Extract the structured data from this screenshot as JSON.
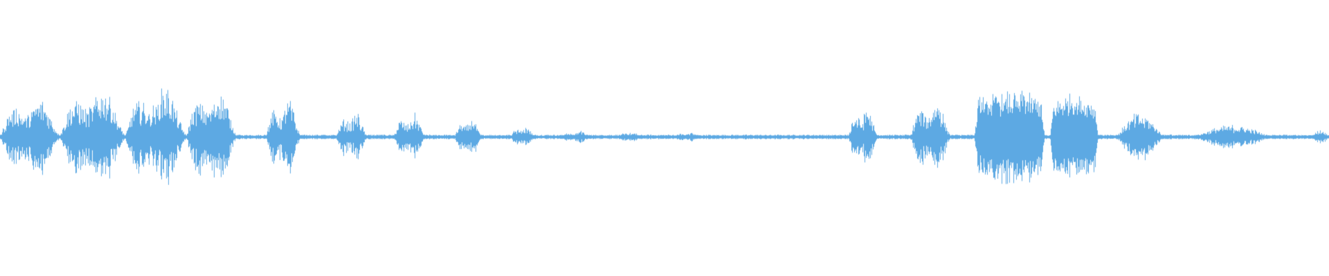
{
  "waveform": {
    "color": "#5DA9E3",
    "background": "#FFFFFF",
    "bursts": [
      {
        "start": 0.0,
        "end": 0.045,
        "amp": 0.4,
        "style": "voice"
      },
      {
        "start": 0.045,
        "end": 0.094,
        "amp": 0.5,
        "style": "voice"
      },
      {
        "start": 0.094,
        "end": 0.14,
        "amp": 0.5,
        "style": "voice"
      },
      {
        "start": 0.14,
        "end": 0.178,
        "amp": 0.5,
        "style": "voice"
      },
      {
        "start": 0.2,
        "end": 0.226,
        "amp": 0.37,
        "style": "voice"
      },
      {
        "start": 0.253,
        "end": 0.276,
        "amp": 0.24,
        "style": "voice"
      },
      {
        "start": 0.296,
        "end": 0.32,
        "amp": 0.22,
        "style": "voice"
      },
      {
        "start": 0.342,
        "end": 0.362,
        "amp": 0.19,
        "style": "voice"
      },
      {
        "start": 0.384,
        "end": 0.402,
        "amp": 0.1,
        "style": "voice"
      },
      {
        "start": 0.423,
        "end": 0.443,
        "amp": 0.06,
        "style": "voice"
      },
      {
        "start": 0.465,
        "end": 0.482,
        "amp": 0.05,
        "style": "voice"
      },
      {
        "start": 0.508,
        "end": 0.527,
        "amp": 0.04,
        "style": "voice"
      },
      {
        "start": 0.638,
        "end": 0.66,
        "amp": 0.3,
        "style": "voice"
      },
      {
        "start": 0.685,
        "end": 0.715,
        "amp": 0.38,
        "style": "voice"
      },
      {
        "start": 0.733,
        "end": 0.786,
        "amp": 0.38,
        "style": "dense"
      },
      {
        "start": 0.79,
        "end": 0.826,
        "amp": 0.35,
        "style": "dense"
      },
      {
        "start": 0.84,
        "end": 0.875,
        "amp": 0.2,
        "style": "tone"
      },
      {
        "start": 0.898,
        "end": 0.955,
        "amp": 0.1,
        "style": "tone"
      },
      {
        "start": 0.987,
        "end": 1.0,
        "amp": 0.06,
        "style": "tone"
      }
    ]
  }
}
